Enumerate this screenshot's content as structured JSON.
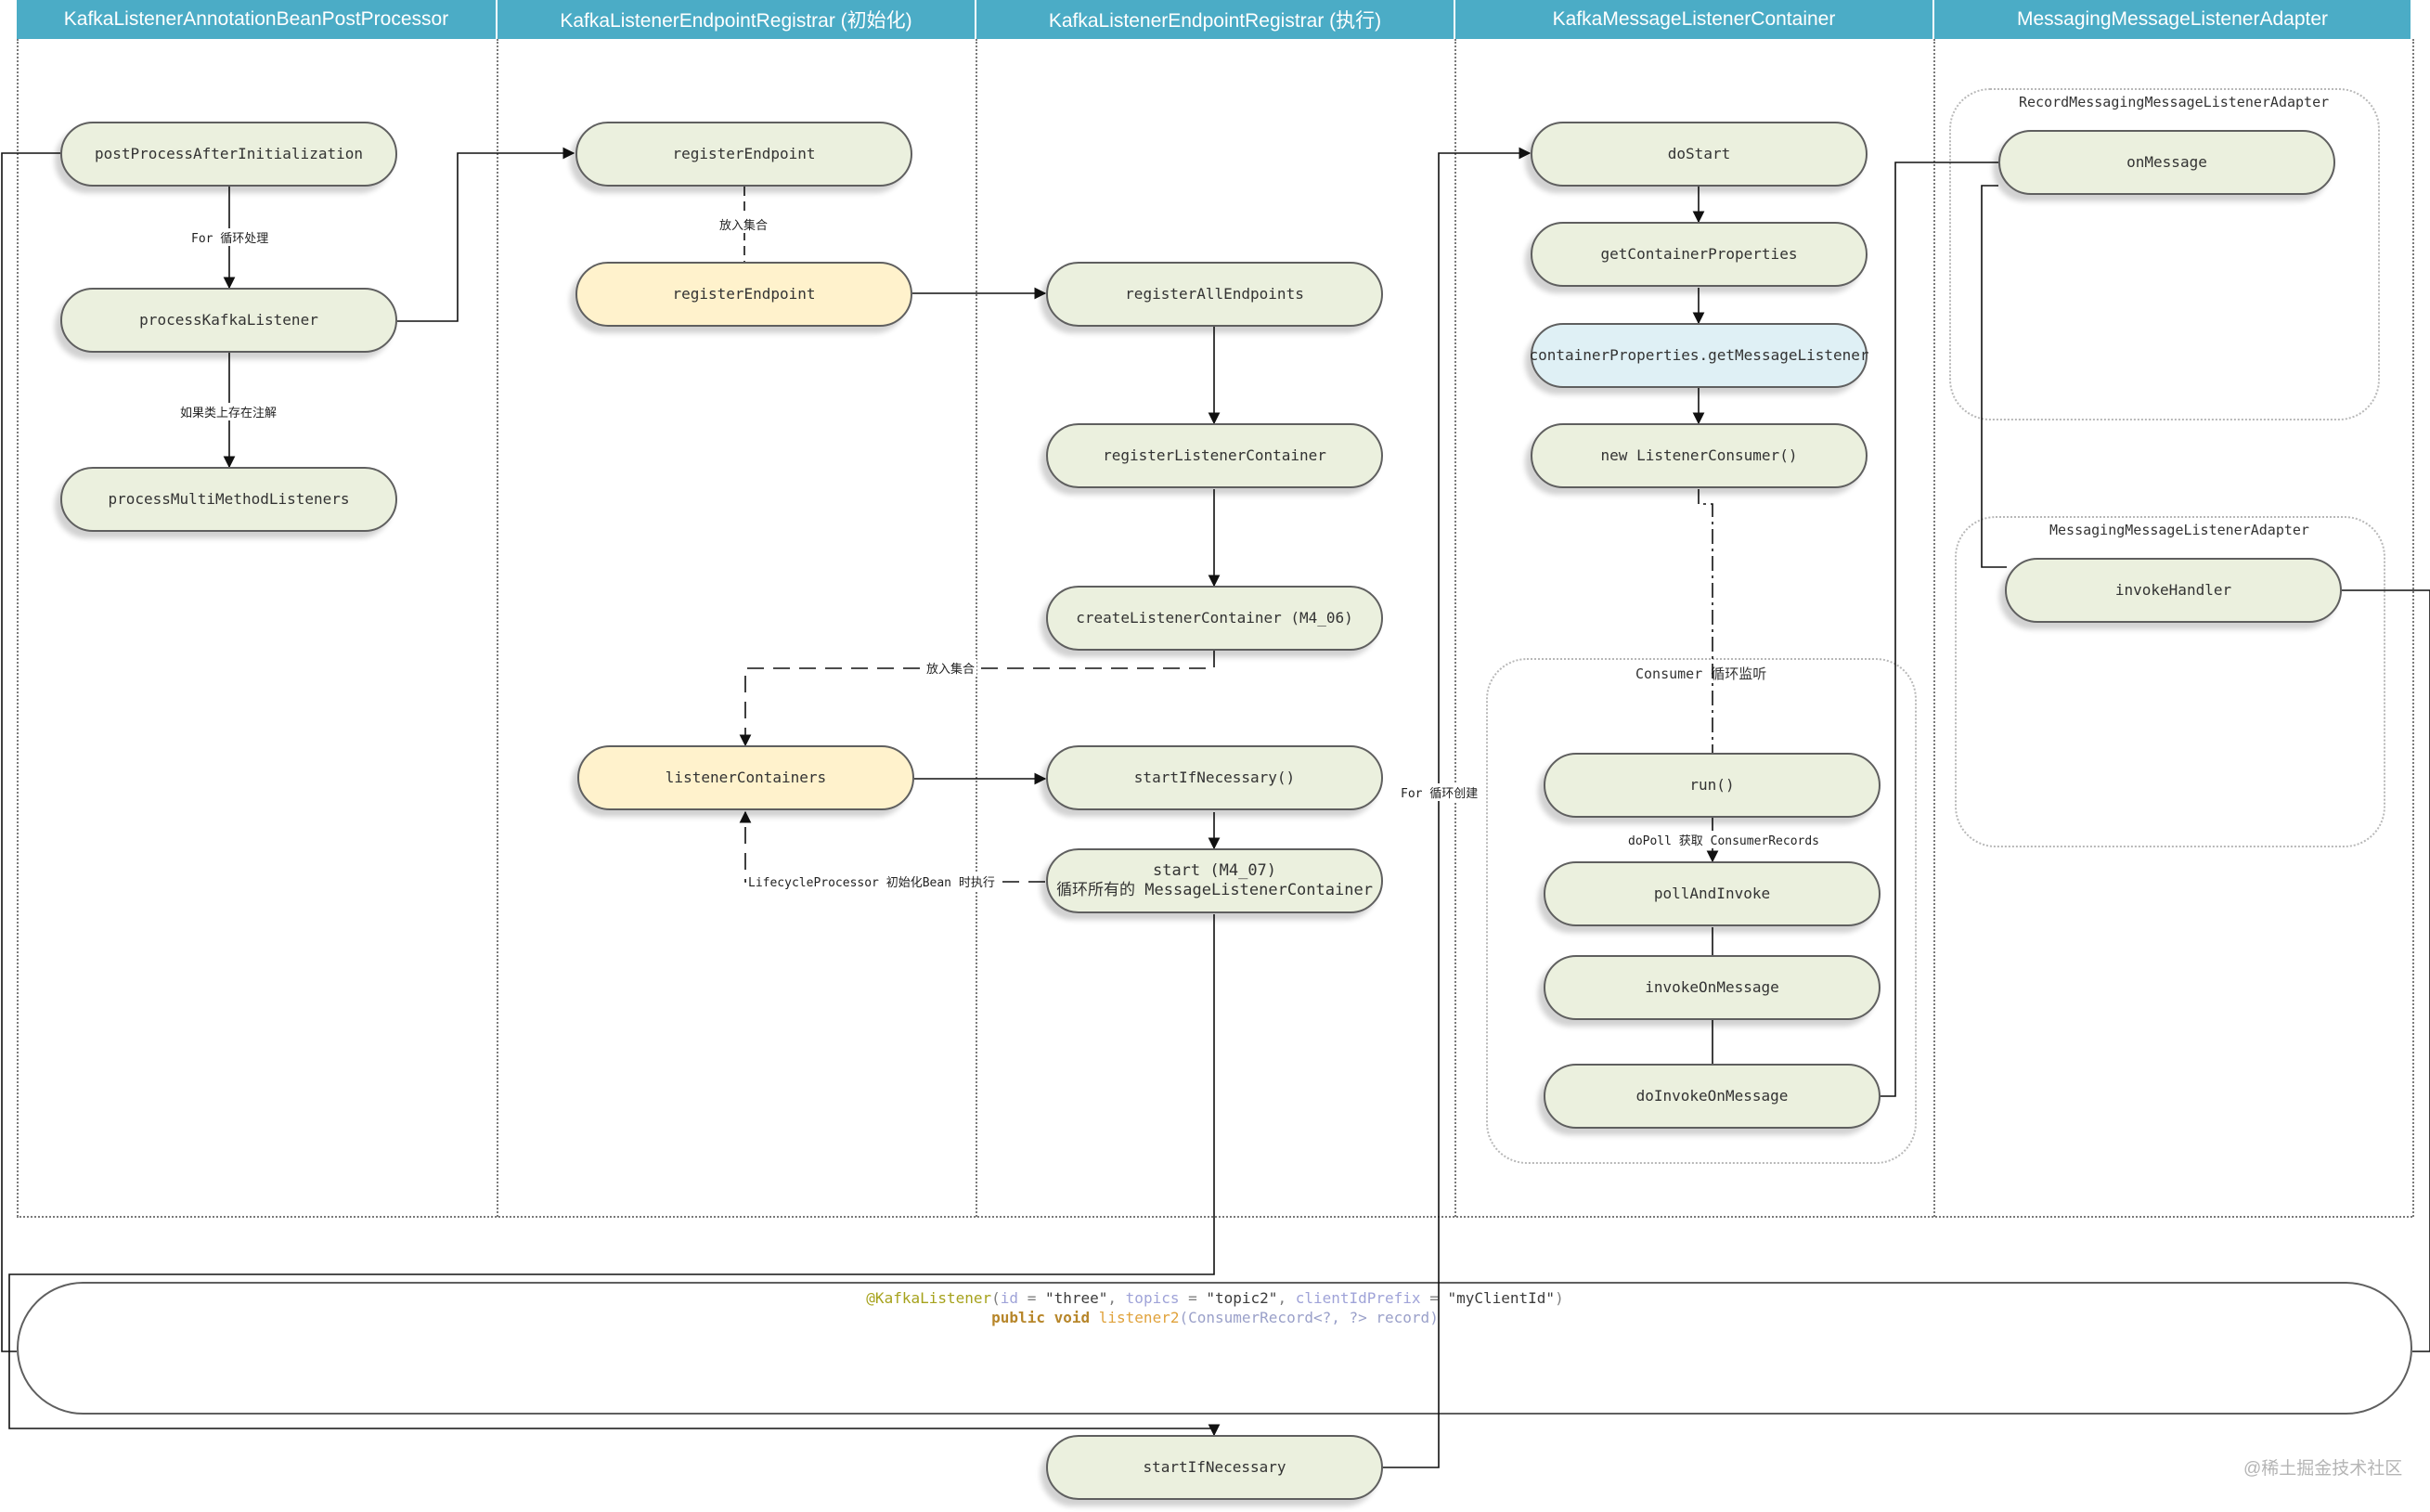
{
  "lanes": [
    {
      "title": "KafkaListenerAnnotationBeanPostProcessor"
    },
    {
      "title": "KafkaListenerEndpointRegistrar (初始化)"
    },
    {
      "title": "KafkaListenerEndpointRegistrar (执行)"
    },
    {
      "title": "KafkaMessageListenerContainer"
    },
    {
      "title": "MessagingMessageListenerAdapter"
    }
  ],
  "nodes": {
    "post_process_after_initialization": "postProcessAfterInitialization",
    "process_kafka_listener": "processKafkaListener",
    "process_multi_method_listeners": "processMultiMethodListeners",
    "register_endpoint_1": "registerEndpoint",
    "register_endpoint_2": "registerEndpoint",
    "listener_containers": "listenerContainers",
    "register_all_endpoints": "registerAllEndpoints",
    "register_listener_container": "registerListenerContainer",
    "create_listener_container": "createListenerContainer (M4_06)",
    "start_if_necessary_call": "startIfNecessary()",
    "start_m4_07_line1": "start (M4_07)",
    "start_m4_07_line2": "循环所有的 MessageListenerContainer",
    "do_start": "doStart",
    "get_container_properties": "getContainerProperties",
    "get_message_listener": "containerProperties.getMessageListener",
    "new_listener_consumer": "new ListenerConsumer()",
    "run": "run()",
    "poll_and_invoke": "pollAndInvoke",
    "invoke_on_message": "invokeOnMessage",
    "do_invoke_on_message": "doInvokeOnMessage",
    "on_message": "onMessage",
    "invoke_handler": "invokeHandler",
    "start_if_necessary_bottom": "startIfNecessary"
  },
  "groups": {
    "consumer_loop": "Consumer 循环监听",
    "record_adapter": "RecordMessagingMessageListenerAdapter",
    "messaging_adapter": "MessagingMessageListenerAdapter"
  },
  "edge_labels": {
    "for_loop": "For 循环处理",
    "if_annotation": "如果类上存在注解",
    "put_set_1": "放入集合",
    "put_set_2": "放入集合",
    "lifecycle": "LifecycleProcessor 初始化Bean 时执行",
    "for_create": "For 循环创建",
    "do_poll": "doPoll 获取 ConsumerRecords"
  },
  "annotation": {
    "ann": "@KafkaListener",
    "open": "(",
    "id_key": "id",
    "eq": " = ",
    "id_val": "\"three\"",
    "sep": ", ",
    "topics_key": "topics",
    "topics_val": "\"topic2\"",
    "prefix_key": "clientIdPrefix",
    "prefix_val": "\"myClientId\"",
    "close": ")",
    "kw": "public void",
    "fn": "listener2",
    "params": "(ConsumerRecord<?, ?> record)"
  },
  "watermark": "@稀土掘金技术社区"
}
